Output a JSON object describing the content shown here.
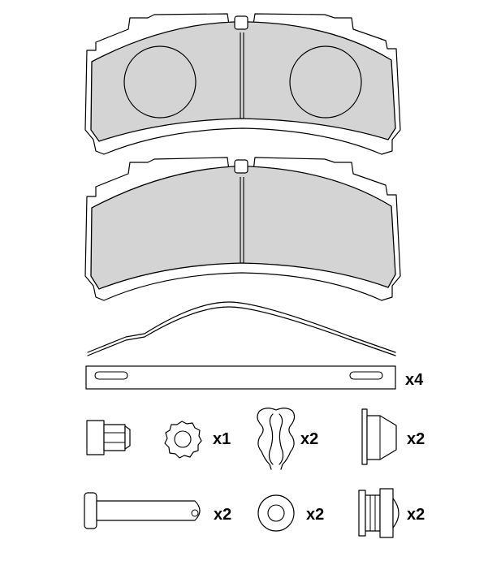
{
  "parts": [
    {
      "name": "brake-pad-1",
      "quantity": ""
    },
    {
      "name": "brake-pad-2",
      "quantity": ""
    },
    {
      "name": "spring-clip",
      "quantity": ""
    },
    {
      "name": "retaining-plate",
      "quantity": "x4"
    },
    {
      "name": "bolt",
      "quantity": ""
    },
    {
      "name": "toothed-washer",
      "quantity": "x1"
    },
    {
      "name": "wire-clip",
      "quantity": "x2"
    },
    {
      "name": "rubber-cap",
      "quantity": "x2"
    },
    {
      "name": "pin",
      "quantity": "x2"
    },
    {
      "name": "washer",
      "quantity": "x2"
    },
    {
      "name": "bushing",
      "quantity": "x2"
    }
  ],
  "labels": {
    "plate_qty": "x4",
    "toothed_washer_qty": "x1",
    "wire_clip_qty": "x2",
    "rubber_cap_qty": "x2",
    "pin_qty": "x2",
    "washer_qty": "x2",
    "bushing_qty": "x2"
  },
  "colors": {
    "pad_fill": "#d4d4d4",
    "line": "#000000",
    "background": "#ffffff"
  }
}
